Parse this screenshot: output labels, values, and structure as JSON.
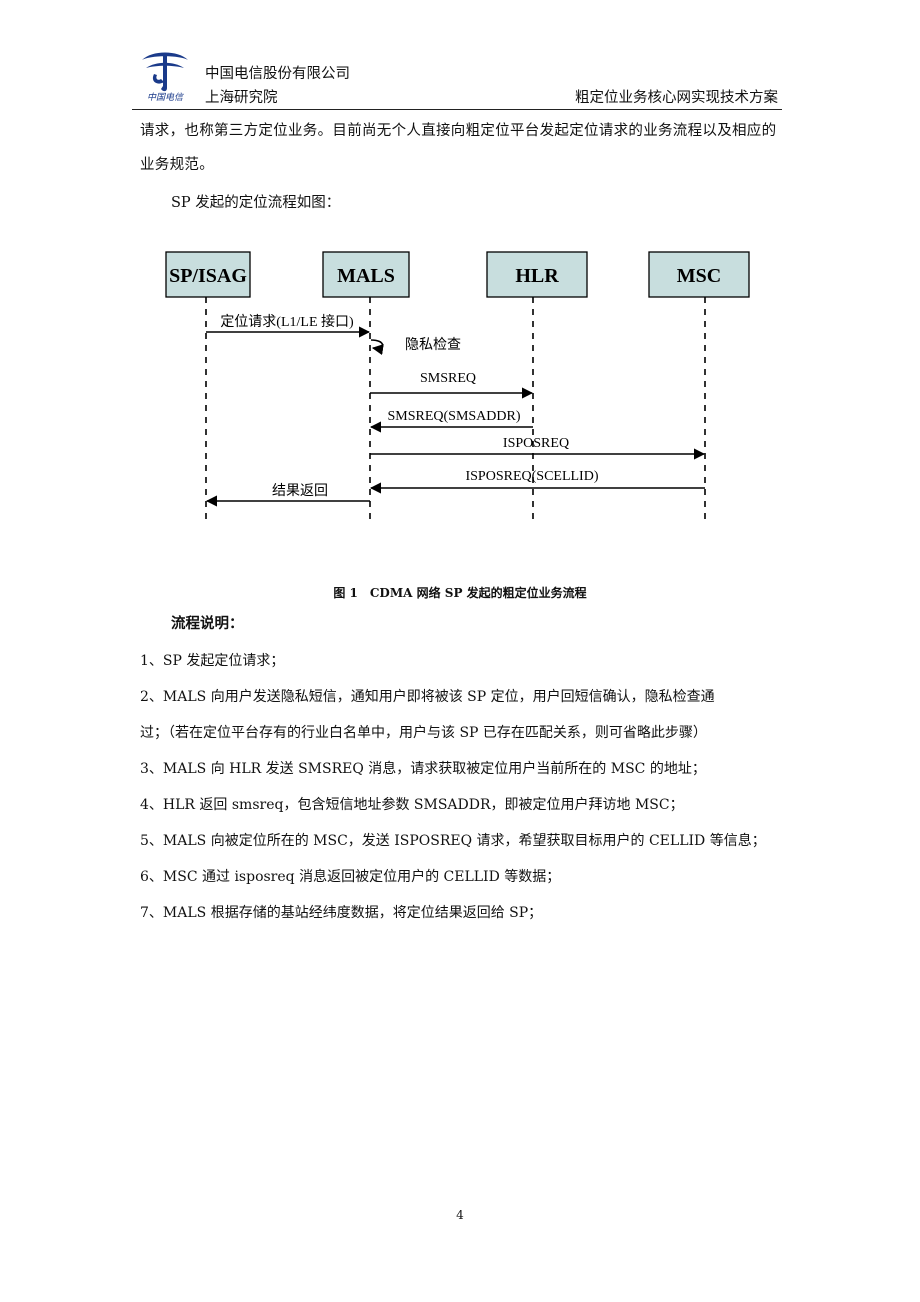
{
  "header": {
    "company": "中国电信股份有限公司",
    "institute": "上海研究院",
    "doc_title": "粗定位业务核心网实现技术方案",
    "logo_icon": "china-telecom-logo",
    "logo_text": "中国电信",
    "logo_color": "#1a3a8a"
  },
  "intro_paragraph": "请求，也称第三方定位业务。目前尚无个人直接向粗定位平台发起定位请求的业务流程以及相应的业务规范。",
  "sp_flow_intro": "SP 发起的定位流程如图：",
  "diagram": {
    "box_fill": "#c8dede",
    "entities": [
      "SP/ISAG",
      "MALS",
      "HLR",
      "MSC"
    ],
    "messages": [
      {
        "label": "定位请求(L1/LE 接口)",
        "from": "SP/ISAG",
        "to": "MALS"
      },
      {
        "label": "隐私检查",
        "from": "MALS",
        "to": "MALS"
      },
      {
        "label": "SMSREQ",
        "from": "MALS",
        "to": "HLR"
      },
      {
        "label": "SMSREQ(SMSADDR)",
        "from": "HLR",
        "to": "MALS"
      },
      {
        "label": "ISPOSREQ",
        "from": "MALS",
        "to": "MSC"
      },
      {
        "label": "ISPOSREQ(SCELLID)",
        "from": "MSC",
        "to": "MALS"
      },
      {
        "label": "结果返回",
        "from": "MALS",
        "to": "SP/ISAG"
      }
    ]
  },
  "caption": "图 1　CDMA 网络 SP 发起的粗定位业务流程",
  "flow_title": "流程说明：",
  "steps": [
    "1、SP 发起定位请求；",
    "2、MALS 向用户发送隐私短信，通知用户即将被该 SP 定位，用户回短信确认，隐私检查通",
    "过；（若在定位平台存有的行业白名单中，用户与该 SP 已存在匹配关系，则可省略此步骤）",
    "3、MALS 向 HLR 发送 SMSREQ 消息，请求获取被定位用户当前所在的 MSC 的地址；",
    "4、HLR 返回 smsreq，包含短信地址参数 SMSADDR，即被定位用户拜访地 MSC；",
    "5、MALS 向被定位所在的 MSC，发送 ISPOSREQ 请求，希望获取目标用户的 CELLID 等信息；",
    "6、MSC 通过 isposreq 消息返回被定位用户的 CELLID 等数据；",
    "7、MALS 根据存储的基站经纬度数据，将定位结果返回给 SP；"
  ],
  "page_number": "4"
}
